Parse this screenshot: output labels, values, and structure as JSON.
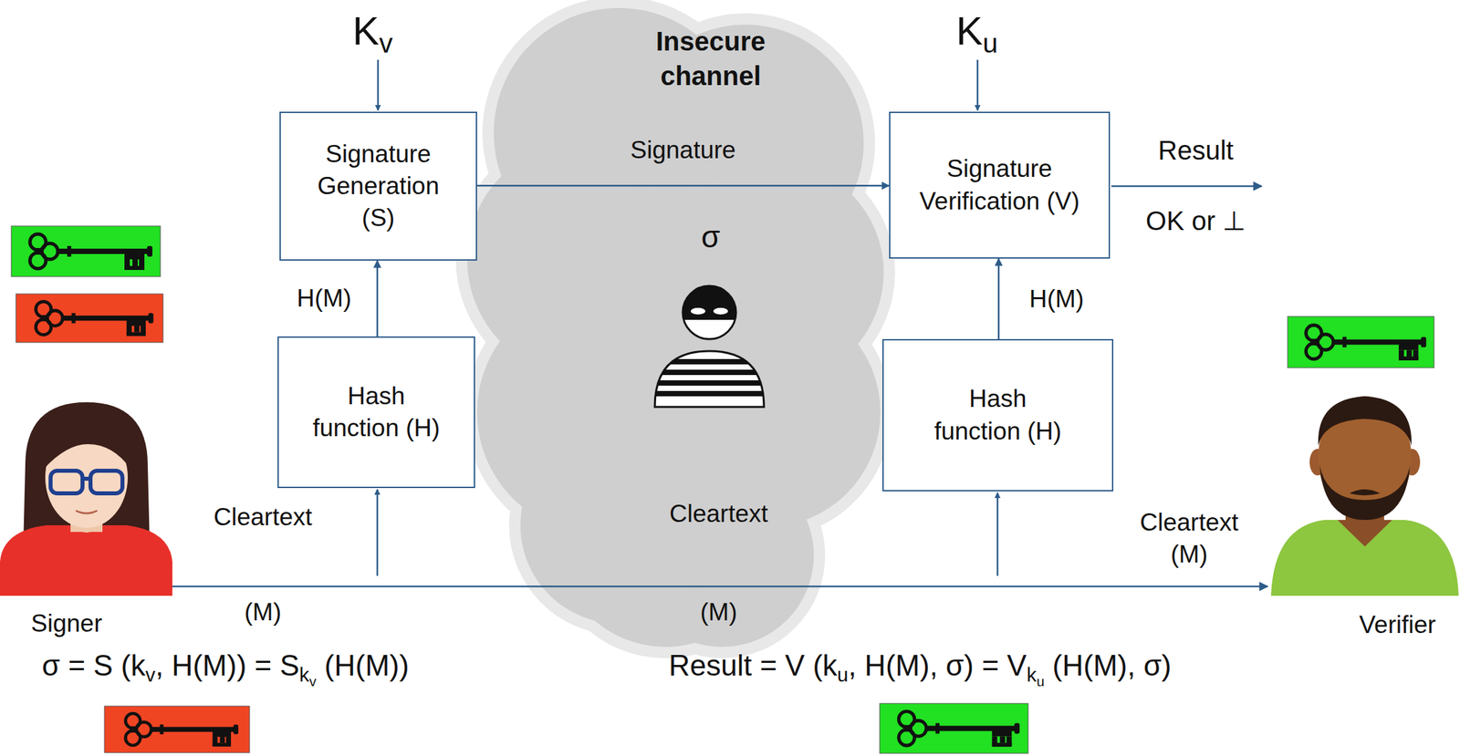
{
  "diagram": {
    "nodes": [
      {
        "text": [
          "Signature Generation (S)"
        ]
      },
      {
        "text": [
          "Signature Verification (V)"
        ]
      },
      {
        "text": [
          "Hash function (H)"
        ]
      },
      {
        "text": [
          "Hash function (H)"
        ]
      }
    ],
    "edges": [
      {
        "from": 2,
        "to": 0,
        "arrow": "to",
        "label": "H(M)"
      },
      {
        "from": 0,
        "to": 1,
        "arrow": "to",
        "label": "Signature"
      },
      {
        "from": 3,
        "to": 1,
        "arrow": "to",
        "label": "H(M)"
      }
    ],
    "labels": [
      "K",
      "v",
      "K",
      "u",
      "Insecure channel",
      "σ",
      "Result",
      "OK or ⊥",
      "Cleartext",
      "(M)",
      "Cleartext",
      "(M)",
      "Cleartext (M)",
      "Signer",
      "Verifier",
      "σ = S (k",
      "v",
      ", H(M)) = S",
      "k",
      "v",
      " (H(M))",
      "Result = V (k",
      "u",
      ", H(M), σ) = V",
      "k",
      "u",
      " (H(M), σ)"
    ]
  }
}
